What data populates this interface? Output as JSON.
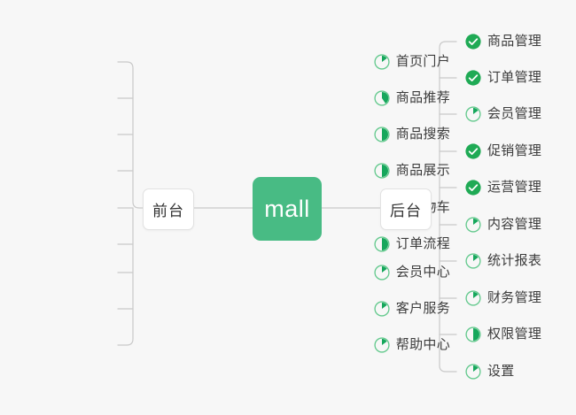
{
  "diagram": {
    "type": "mind-map",
    "background_color": "#f7f7f7",
    "root": {
      "label": "mall",
      "color": "#48bb84",
      "text_color": "#ffffff"
    },
    "branches": [
      {
        "id": "front",
        "label": "前台",
        "side": "left",
        "items": [
          {
            "label": "首页门户",
            "status": "partial",
            "percent": 25
          },
          {
            "label": "商品推荐",
            "status": "partial",
            "percent": 40
          },
          {
            "label": "商品搜索",
            "status": "partial",
            "percent": 50
          },
          {
            "label": "商品展示",
            "status": "partial",
            "percent": 50
          },
          {
            "label": "购物车",
            "status": "partial",
            "percent": 50
          },
          {
            "label": "订单流程",
            "status": "partial",
            "percent": 50
          },
          {
            "label": "会员中心",
            "status": "partial",
            "percent": 25
          },
          {
            "label": "客户服务",
            "status": "partial",
            "percent": 25
          },
          {
            "label": "帮助中心",
            "status": "partial",
            "percent": 25
          }
        ]
      },
      {
        "id": "back",
        "label": "后台",
        "side": "right",
        "items": [
          {
            "label": "商品管理",
            "status": "done",
            "percent": 100
          },
          {
            "label": "订单管理",
            "status": "done",
            "percent": 100
          },
          {
            "label": "会员管理",
            "status": "partial",
            "percent": 25
          },
          {
            "label": "促销管理",
            "status": "done",
            "percent": 100
          },
          {
            "label": "运营管理",
            "status": "done",
            "percent": 100
          },
          {
            "label": "内容管理",
            "status": "partial",
            "percent": 25
          },
          {
            "label": "统计报表",
            "status": "partial",
            "percent": 25
          },
          {
            "label": "财务管理",
            "status": "partial",
            "percent": 25
          },
          {
            "label": "权限管理",
            "status": "partial",
            "percent": 50
          },
          {
            "label": "设置",
            "status": "partial",
            "percent": 25
          }
        ]
      }
    ],
    "colors": {
      "root_fill": "#48bb84",
      "done_fill": "#1faa55",
      "partial_ring": "#63c98d",
      "partial_fill": "#16a75c",
      "connector": "#c9c9c9",
      "node_border": "#e2e2e2",
      "text": "#3c3c3c"
    },
    "icons": {
      "done": "check-circle-icon",
      "partial": "pie-progress-icon"
    }
  }
}
